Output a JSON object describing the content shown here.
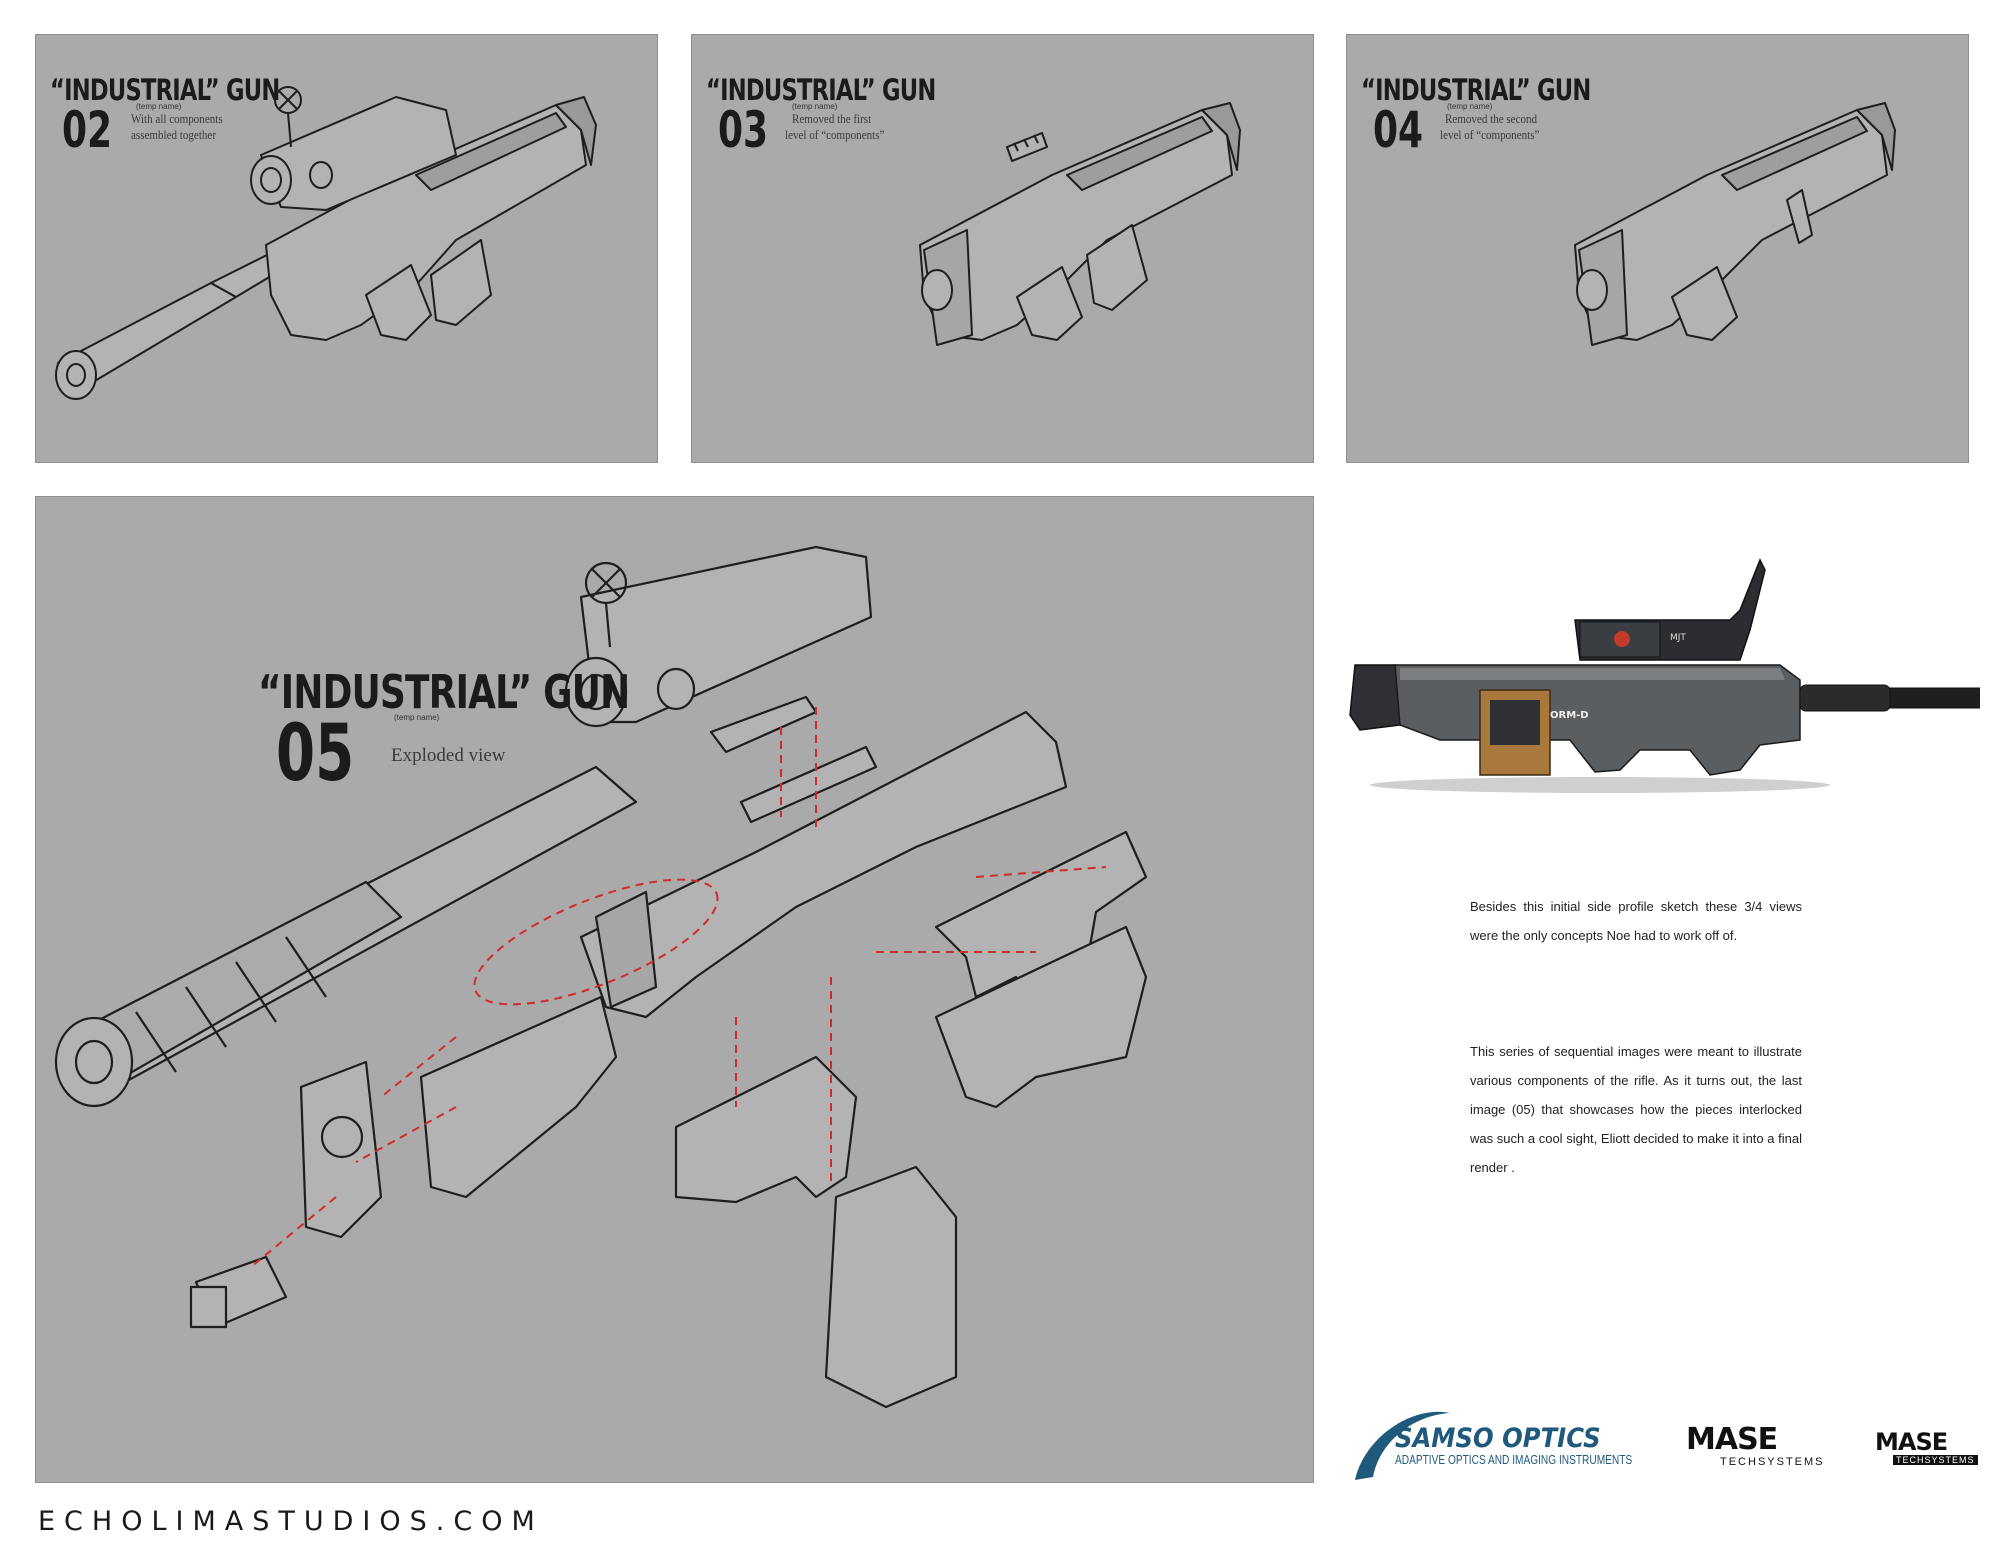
{
  "panels": {
    "p02": {
      "title": "“INDUSTRIAL” GUN",
      "number": "02",
      "temp_name": "(temp name)",
      "description_line1": "With all components",
      "description_line2": "assembled together"
    },
    "p03": {
      "title": "“INDUSTRIAL” GUN",
      "number": "03",
      "temp_name": "(temp name)",
      "description_line1": "Removed the first",
      "description_line2": "level of “components”"
    },
    "p04": {
      "title": "“INDUSTRIAL” GUN",
      "number": "04",
      "temp_name": "(temp name)",
      "description_line1": "Removed the second",
      "description_line2": "level of “components”"
    },
    "p05": {
      "title": "“INDUSTRIAL” GUN",
      "number": "05",
      "temp_name": "(temp name)",
      "description": "Exploded view"
    }
  },
  "render_labels": {
    "warning_label": "ORM-D",
    "scope_label": "MJT"
  },
  "notes": {
    "paragraph1": "Besides this initial side profile sketch these 3/4 views were the only concepts Noe had to work off of.",
    "paragraph2": "This series of sequential images were meant to illustrate various components of the rifle. As it turns out, the last image (05) that showcases how the pieces interlocked was such a cool sight, Eliott decided to make it into a final render ."
  },
  "logos": {
    "samso_name": "SAMSO OPTICS",
    "samso_tagline": "ADAPTIVE OPTICS AND IMAGING INSTRUMENTS",
    "mase_name": "MASE",
    "mase_sub": "TECHSYSTEMS",
    "mase2_name": "MASE",
    "mase2_sub": "TECHSYSTEMS"
  },
  "footer": {
    "site": "ECHOLIMASTUDIOS.COM"
  },
  "colors": {
    "panel_bg": "#aaaaaa",
    "line_art": "#1e1e1e",
    "explode_guides": "#d42a2a",
    "samso_blue": "#1f5a7c",
    "render_body": "#5a5e60",
    "render_accent": "#a8783d"
  }
}
